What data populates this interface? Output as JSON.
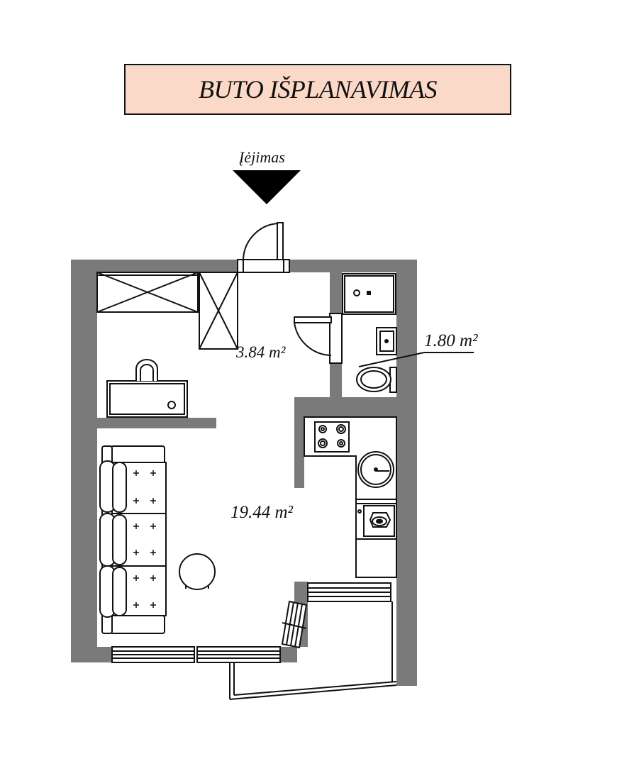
{
  "title": "BUTO IŠPLANAVIMAS",
  "entrance": {
    "label": "Įėjimas"
  },
  "rooms": {
    "hall_area": "3.84 m²",
    "bathroom_area": "1.80 m²",
    "living_area": "19.44 m²"
  },
  "colors": {
    "title_background": "#fbd9c8",
    "wall": "#7a7a7a",
    "line": "#111111"
  },
  "icons": [
    "entrance-arrow-icon",
    "door-icon",
    "wardrobe-icon",
    "shower-icon",
    "sink-icon",
    "toilet-icon",
    "cooktop-icon",
    "washing-machine-icon",
    "sofa-icon",
    "table-icon",
    "window-icon"
  ]
}
